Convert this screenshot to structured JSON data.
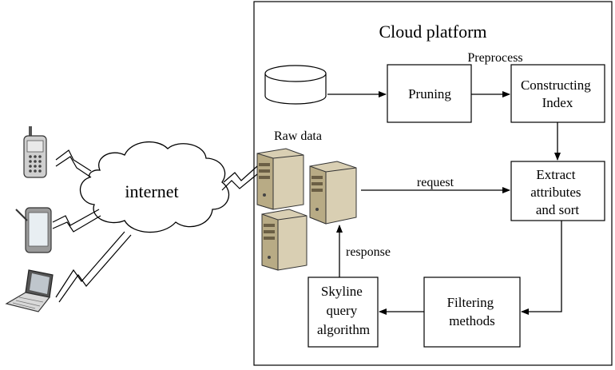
{
  "platform": {
    "title": "Cloud platform",
    "preprocess_label": "Preprocess"
  },
  "cloud": {
    "label": "internet"
  },
  "database": {
    "label": "Raw data"
  },
  "boxes": {
    "pruning": [
      "Pruning"
    ],
    "index": [
      "Constructing",
      "Index"
    ],
    "extract": [
      "Extract",
      "attributes",
      "and sort"
    ],
    "filtering": [
      "Filtering",
      "methods"
    ],
    "skyline": [
      "Skyline",
      "query",
      "algorithm"
    ]
  },
  "arrows": {
    "request": "request",
    "response": "response"
  },
  "devices": [
    "mobile-phone",
    "tablet",
    "laptop"
  ],
  "colors": {
    "stroke": "#000000",
    "server_body": "#d9cfb3",
    "server_shade": "#b8ab85"
  }
}
